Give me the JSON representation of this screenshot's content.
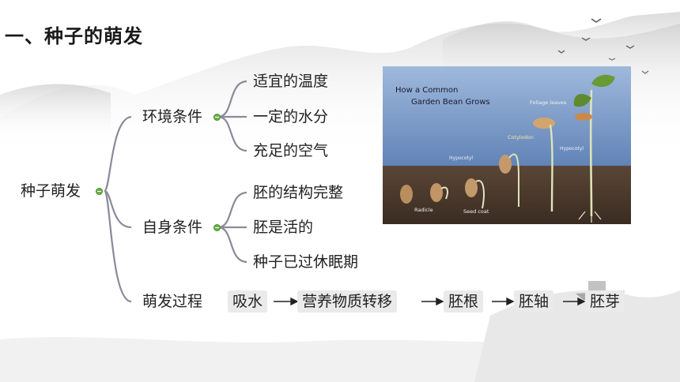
{
  "slide": {
    "title": "一、种子的萌发"
  },
  "mindmap": {
    "root": "种子萌发",
    "branches": [
      {
        "label": "环境条件",
        "children": [
          "适宜的温度",
          "一定的水分",
          "充足的空气"
        ]
      },
      {
        "label": "自身条件",
        "children": [
          "胚的结构完整",
          "胚是活的",
          "种子已过休眠期"
        ]
      },
      {
        "label": "萌发过程",
        "steps": [
          "吸水",
          "营养物质转移",
          "胚根",
          "胚轴",
          "胚芽"
        ]
      }
    ]
  },
  "photo": {
    "title_line1": "How a Common",
    "title_line2": "Garden Bean Grows",
    "labels": {
      "foliage": "Foliage leaves",
      "cotyledon": "Cotyledon",
      "hypocotyl_left": "Hypocotyl",
      "hypocotyl_right": "Hypocotyl",
      "radicle": "Radicle",
      "seed_coat": "Seed coat"
    },
    "colors": {
      "sky": "#7d9ec8",
      "soil": "#4a3a2e",
      "stem": "#c8d68a",
      "leaf": "#5f8a2e"
    }
  },
  "colors": {
    "branch_line": "#8a8a99",
    "toggle": "#6db34a",
    "process_box": "#eaeaea"
  }
}
